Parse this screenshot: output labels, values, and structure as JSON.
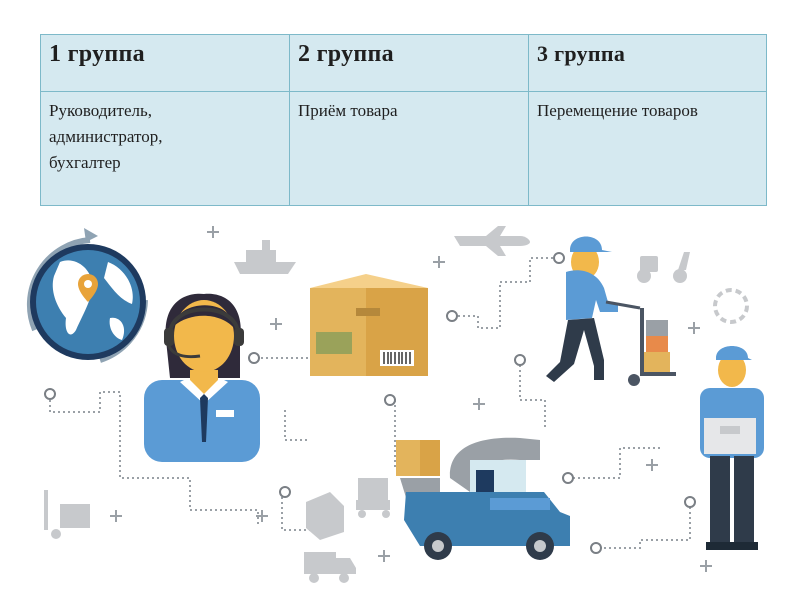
{
  "table": {
    "headers": [
      "1 группа",
      "2 группа",
      "3 группа"
    ],
    "cells": [
      "Руководитель,\nадминистратор,\nбухгалтер",
      "Приём товара",
      "Перемещение товаров"
    ]
  },
  "illustration": {
    "palette": {
      "blue": "#3d7fb0",
      "light_blue": "#5b9bd5",
      "navy": "#1e3a5f",
      "skin": "#f2b84b",
      "box": "#e3b45c",
      "gray_icon": "#c7c9cc",
      "line": "#9aa0a6"
    },
    "icons": [
      "globe-icon",
      "ship-icon",
      "airplane-icon",
      "scooter-icon",
      "refresh-icon",
      "hand-truck-icon",
      "package-box-icon",
      "cart-icon",
      "truck-icon"
    ]
  }
}
